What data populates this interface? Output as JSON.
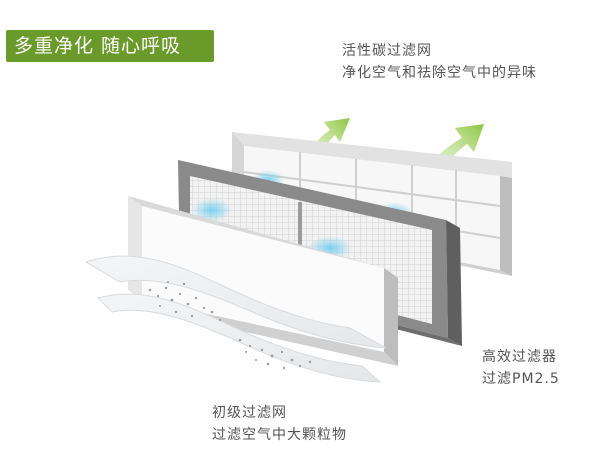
{
  "badge": {
    "text": "多重净化  随心呼吸",
    "color": "#6a9a2a"
  },
  "labels": {
    "carbon": {
      "line1": "活性碳过滤网",
      "line2": "净化空气和祛除空气中的异味"
    },
    "hepa": {
      "line1": "高效过滤器",
      "line2": "过滤PM2.5"
    },
    "pre": {
      "line1": "初级过滤网",
      "line2": "过滤空气中大颗粒物"
    }
  },
  "colors": {
    "arrow": "#8ec641",
    "airflow": "#7fd3f0",
    "frame_gray": "#7a7a7a",
    "frame_light": "#cfcfcf"
  }
}
